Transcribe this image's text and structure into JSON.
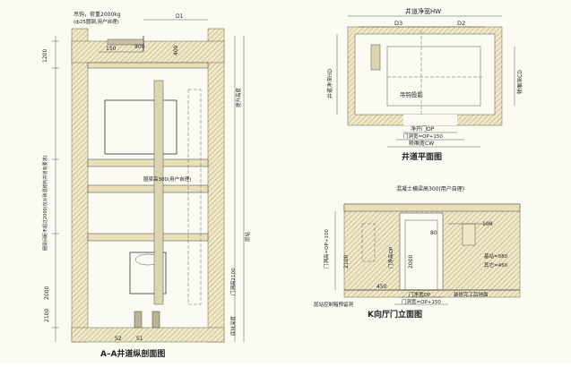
{
  "section": {
    "title": "A–A井道纵剖面图",
    "hook_note_1": "吊钩，荷重2000kg",
    "hook_note_2": "(ф25圆钢,用户自理)",
    "d1": "D1",
    "dim_150": "150",
    "dim_900": "900",
    "dim_1200": "1200",
    "dim_400": "400",
    "dim_2000": "2000",
    "beam_note": "圈梁高300(用户自理)",
    "left_vertical_note": "圈梁间距不超过2000(仅对砖混结构井道有要求)",
    "right_vertical_1": "提升高度",
    "right_vertical_2": "层站",
    "door_height": "门洞高2100",
    "pit_depth": "底坑深度",
    "dim_2100": "2100",
    "s2": "S2",
    "s1": "S1"
  },
  "plan": {
    "title": "井道平面图",
    "hw": "井道净宽HW",
    "d3": "D3",
    "d2": "D2",
    "hoist": "吊钩投影",
    "left_label": "井道净深HD",
    "right_label": "轿厢深CD",
    "op": "净开门OP",
    "hole": "门洞宽=OP+150",
    "cw": "轿厢宽CW"
  },
  "elev": {
    "title": "K向厅门立面图",
    "beam_note": "混凝土横梁高300(用户自理)",
    "dim_100": "100",
    "dim_80": "80",
    "label_door_height": "门洞高=OP+100",
    "label_door_net": "门净高OP",
    "dim_2100": "2100",
    "dim_2000": "2000",
    "dim_450": "450",
    "op": "门净宽OP",
    "hole": "门洞宽=OP+150",
    "finish_note": "装修完工后地面",
    "box_note": "层站控制箱预留洞",
    "note_580": "基站=580",
    "note_450": "其它=450"
  }
}
